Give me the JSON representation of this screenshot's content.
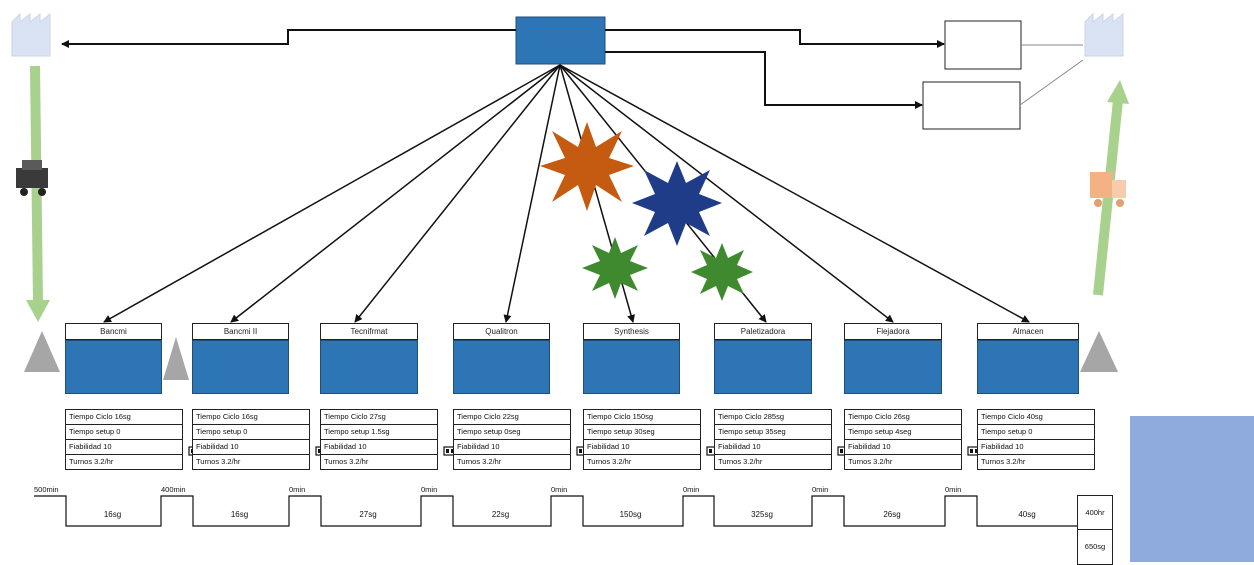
{
  "colors": {
    "process_fill": "#2e75b6",
    "burst_orange": "#c55a11",
    "burst_navy": "#1f3c88",
    "burst_green": "#3f8a2f",
    "flow_arrow": "#a9d18e",
    "inventory": "#a6a6a6",
    "factory": "#dae3f3",
    "side_panel": "#8faadc"
  },
  "icons": {
    "supplier": "factory-icon",
    "customer": "factory-icon",
    "inbound_transport": "truck-icon",
    "outbound_transport": "truck-icon",
    "inventory": "warning-triangle-icon",
    "push_arrow": "push-arrow-icon",
    "kaizen": "kaizen-burst-icon"
  },
  "processes": [
    {
      "name": "Bancmi",
      "data": [
        "Tiempo Ciclo 16sg",
        "Tiempo setup 0",
        "Fiabilidad 10",
        "Turnos 3.2/hr"
      ],
      "wait": "500min",
      "time": "16sg"
    },
    {
      "name": "Bancmi II",
      "data": [
        "Tiempo Ciclo 16sg",
        "Tiempo setup 0",
        "Fiabilidad 10",
        "Turnos 3.2/hr"
      ],
      "wait": "400min",
      "time": "16sg"
    },
    {
      "name": "Tecnifrmat",
      "data": [
        "Tiempo Ciclo 27sg",
        "Tiempo setup 1.5sg",
        "Fiabilidad 10",
        "Turnos 3.2/hr"
      ],
      "wait": "0min",
      "time": "27sg"
    },
    {
      "name": "Qualitron",
      "data": [
        "Tiempo Ciclo 22sg",
        "Tiempo setup 0seg",
        "Fiabilidad 10",
        "Turnos 3.2/hr"
      ],
      "wait": "0min",
      "time": "22sg"
    },
    {
      "name": "Synthesis",
      "data": [
        "Tiempo Ciclo 150sg",
        "Tiempo setup 30seg",
        "Fiabilidad 10",
        "Turnos 3.2/hr"
      ],
      "wait": "0min",
      "time": "150sg"
    },
    {
      "name": "Paletizadora",
      "data": [
        "Tiempo Ciclo 285sg",
        "Tiempo setup 35seg",
        "Fiabilidad 10",
        "Turnos 3.2/hr"
      ],
      "wait": "0min",
      "time": "325sg"
    },
    {
      "name": "Flejadora",
      "data": [
        "Tiempo Ciclo 26sg",
        "Tiempo setup 4seg",
        "Fiabilidad 10",
        "Turnos 3.2/hr"
      ],
      "wait": "0min",
      "time": "26sg"
    },
    {
      "name": "Almacen",
      "data": [
        "Tiempo Ciclo 40sg",
        "Tiempo setup 0",
        "Fiabilidad 10",
        "Turnos 3.2/hr"
      ],
      "wait": "0min",
      "time": "40sg"
    }
  ],
  "summary": {
    "lead_time": "400hr",
    "process_time": "650sg"
  }
}
